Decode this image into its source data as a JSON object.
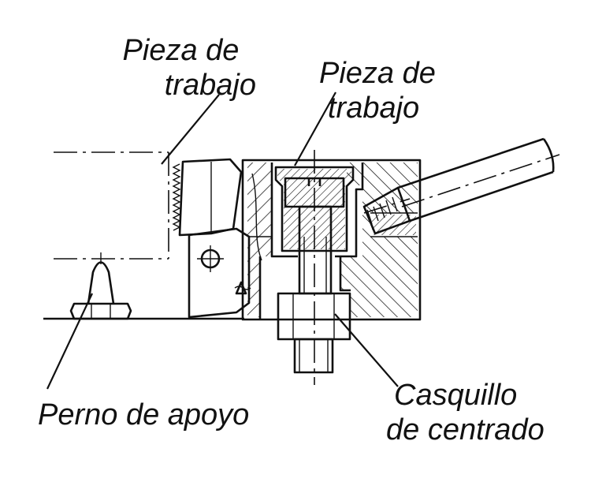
{
  "labels": {
    "workpiece_left": [
      "Pieza de",
      "trabajo"
    ],
    "workpiece_right": [
      "Pieza de",
      "trabajo"
    ],
    "support_bolt": "Perno de apoyo",
    "centering_bushing": [
      "Casquillo",
      "de centrado"
    ]
  },
  "colors": {
    "ink": "#111111",
    "background": "#ffffff"
  }
}
